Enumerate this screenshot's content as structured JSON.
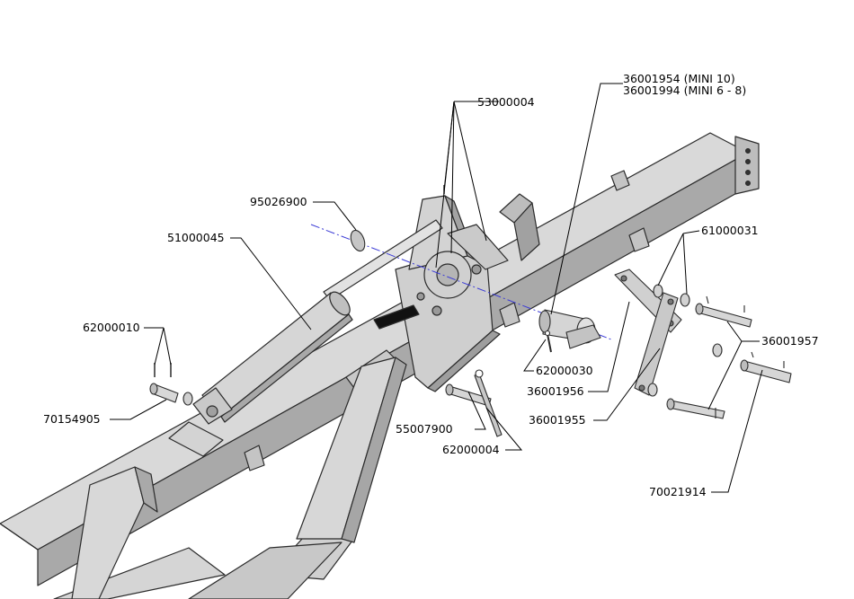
{
  "diagram": {
    "type": "exploded parts diagram",
    "colors": {
      "part_fill_light": "#d7d7d7",
      "part_fill_mid": "#bdbdbd",
      "part_fill_dark": "#9a9a9a",
      "part_edge": "#2b2b2b",
      "axis_line": "#3b3bd6",
      "callout_text": "#000000"
    },
    "callouts": [
      {
        "id": "c1",
        "part_number": "53000004"
      },
      {
        "id": "c2",
        "part_number": "36001954 (MINI 10)"
      },
      {
        "id": "c3",
        "part_number": "36001994 (MINI 6 - 8)"
      },
      {
        "id": "c4",
        "part_number": "95026900"
      },
      {
        "id": "c5",
        "part_number": "51000045"
      },
      {
        "id": "c6",
        "part_number": "61000031"
      },
      {
        "id": "c7",
        "part_number": "62000010"
      },
      {
        "id": "c8",
        "part_number": "36001957"
      },
      {
        "id": "c9",
        "part_number": "62000030"
      },
      {
        "id": "c10",
        "part_number": "36001956"
      },
      {
        "id": "c11",
        "part_number": "70154905"
      },
      {
        "id": "c12",
        "part_number": "55007900"
      },
      {
        "id": "c13",
        "part_number": "36001955"
      },
      {
        "id": "c14",
        "part_number": "62000004"
      },
      {
        "id": "c15",
        "part_number": "70021914"
      }
    ]
  }
}
